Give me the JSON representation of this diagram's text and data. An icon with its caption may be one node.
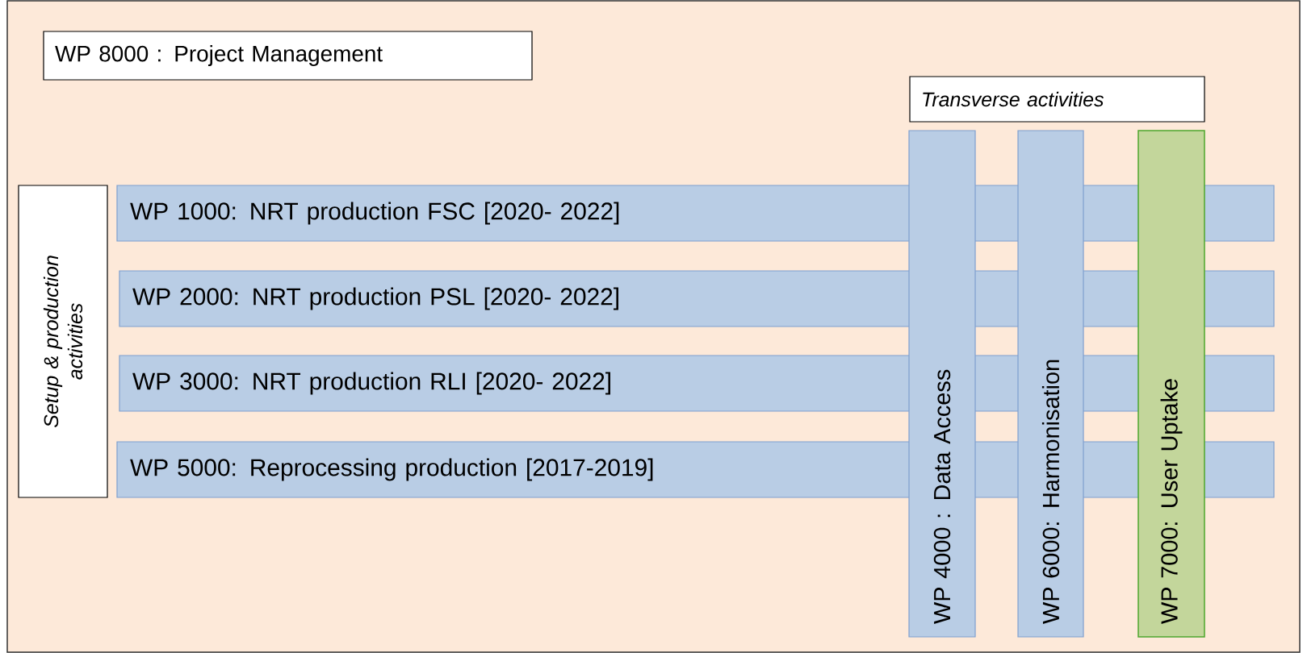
{
  "diagram": {
    "nodes": [
      {
        "text": [
          "WP 8000 : Project Management"
        ]
      },
      {
        "text": [
          "Transverse activities"
        ]
      },
      {
        "text": [
          "Setup & production activities"
        ]
      },
      {
        "text": [
          "WP 1000: NRT production FSC [2020- 2022]"
        ]
      },
      {
        "text": [
          "WP 2000: NRT production PSL [2020- 2022]"
        ]
      },
      {
        "text": [
          "WP 3000: NRT production RLI [2020- 2022]"
        ]
      },
      {
        "text": [
          "WP 5000: Reprocessing production [2017-2019]"
        ]
      },
      {
        "text": [
          "WP 4000 : Data Access"
        ]
      },
      {
        "text": [
          "WP 6000: Harmonisation"
        ]
      },
      {
        "text": [
          "WP 7000: User Uptake"
        ]
      }
    ]
  }
}
